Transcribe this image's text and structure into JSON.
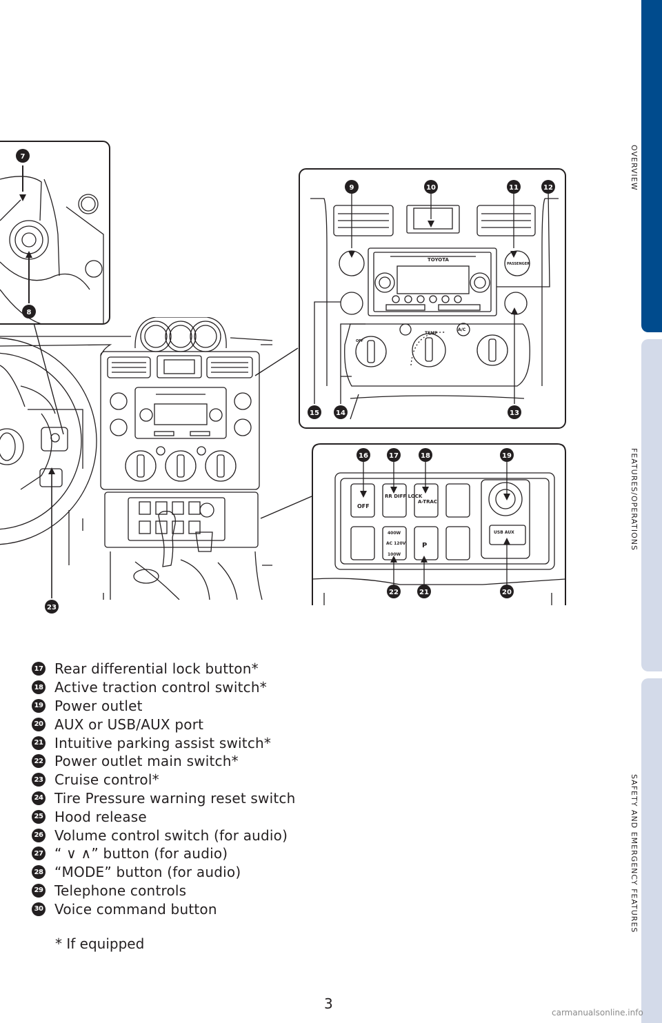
{
  "tabs": {
    "overview": "OVERVIEW",
    "features": "FEATURES/OPERATIONS",
    "safety": "SAFETY AND EMERGENCY FEATURES"
  },
  "callouts": [
    "7",
    "8",
    "9",
    "10",
    "11",
    "12",
    "13",
    "14",
    "15",
    "16",
    "17",
    "18",
    "19",
    "20",
    "21",
    "22",
    "23"
  ],
  "illustration_labels": {
    "radio_brand": "TOYOTA",
    "passenger": "PASSENGER",
    "temp": "TEMP",
    "ac": "A/C",
    "off": "OFF",
    "rr_diff_lock": "RR DIFF LOCK",
    "a_trac": "A-TRAC",
    "ac_120v": "AC 120V",
    "w400": "400W",
    "w100": "100W",
    "usb_aux": "USB AUX",
    "p_sym": "P"
  },
  "legend": [
    {
      "num": "17",
      "text": "Rear differential lock button*"
    },
    {
      "num": "18",
      "text": "Active traction control switch*"
    },
    {
      "num": "19",
      "text": "Power outlet"
    },
    {
      "num": "20",
      "text": "AUX or USB/AUX port"
    },
    {
      "num": "21",
      "text": "Intuitive parking assist switch*"
    },
    {
      "num": "22",
      "text": "Power outlet main switch*"
    },
    {
      "num": "23",
      "text": "Cruise control*"
    },
    {
      "num": "24",
      "text": "Tire Pressure warning reset switch"
    },
    {
      "num": "25",
      "text": "Hood release"
    },
    {
      "num": "26",
      "text": "Volume control switch (for audio)"
    },
    {
      "num": "27",
      "text": "“ ∨ ∧” button (for audio)"
    },
    {
      "num": "28",
      "text": "“MODE” button (for audio)"
    },
    {
      "num": "29",
      "text": "Telephone controls"
    },
    {
      "num": "30",
      "text": "Voice command button"
    }
  ],
  "footnote": "* If equipped",
  "page_number": "3",
  "watermark": "carmanualsonline.info"
}
